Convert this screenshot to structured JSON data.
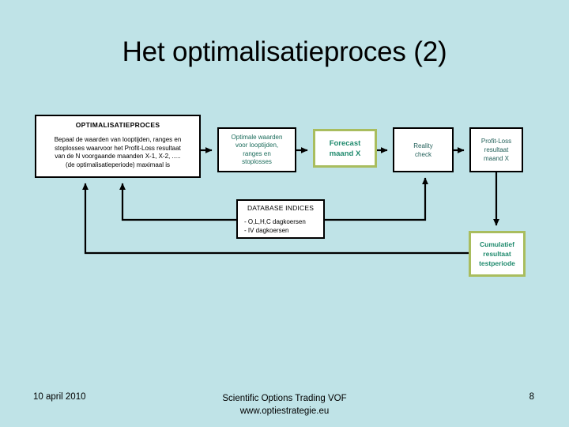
{
  "slide": {
    "title": "Het optimalisatieproces (2)",
    "background_color": "#bfe3e7"
  },
  "diagram": {
    "nodes": {
      "optimalisatieproces": {
        "header": "OPTIMALISATIEPROCES",
        "line1": "Bepaal de waarden van looptijden, ranges en",
        "line2": "stoplosses waarvoor het Profit-Loss resultaat",
        "line3": "van de N voorgaande  maanden  X-1, X-2, .....",
        "line4": "(de optimalisatieperiode) maximaal  is",
        "border_color": "#000000"
      },
      "optimale_waarden": {
        "line1": "Optimale waarden",
        "line2": "voor looptijden,",
        "line3": "ranges en",
        "line4": "stoplosses",
        "border_color": "#000000"
      },
      "forecast": {
        "line1": "Forecast",
        "line2": "maand X",
        "border_color": "#a9bd5e",
        "text_color": "#1f8a6d"
      },
      "reality_check": {
        "line1": "Reality",
        "line2": "check",
        "border_color": "#000000"
      },
      "profit_loss": {
        "line1": "Profit-Loss",
        "line2": "resultaat",
        "line3": "maand X",
        "border_color": "#000000"
      },
      "database": {
        "header": "DATABASE INDICES",
        "line1": "- O,L,H,C dagkoersen",
        "line2": "- IV dagkoersen",
        "border_color": "#000000"
      },
      "cumulatief": {
        "line1": "Cumulatief",
        "line2": "resultaat",
        "line3": "testperiode",
        "border_color": "#a9bd5e",
        "text_color": "#1f8a6d"
      }
    }
  },
  "footer": {
    "date": "10 april 2010",
    "organization": "Scientific Options Trading VOF",
    "website": "www.optiestrategie.eu",
    "page_number": "8"
  }
}
